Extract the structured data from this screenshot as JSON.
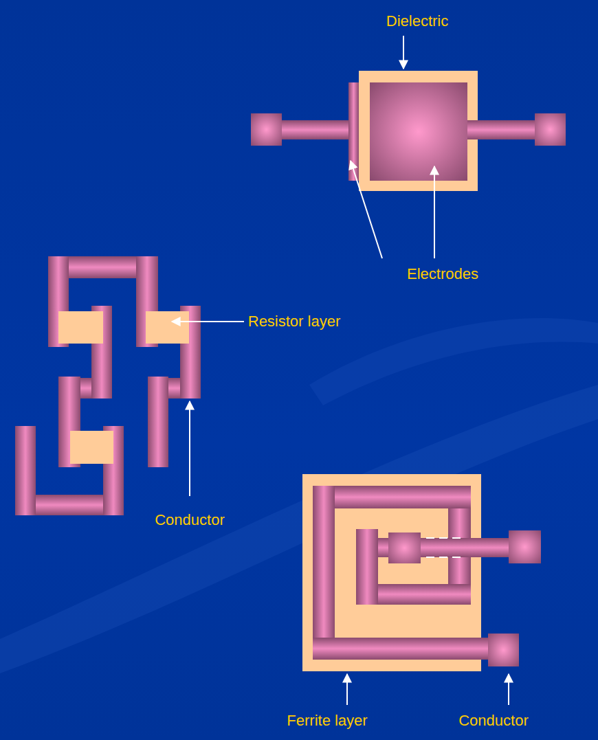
{
  "diagram": {
    "labels": [
      "Dielectric",
      "Electrodes",
      "Resistor layer",
      "Conductor",
      "Ferrite layer",
      "Conductor"
    ]
  }
}
